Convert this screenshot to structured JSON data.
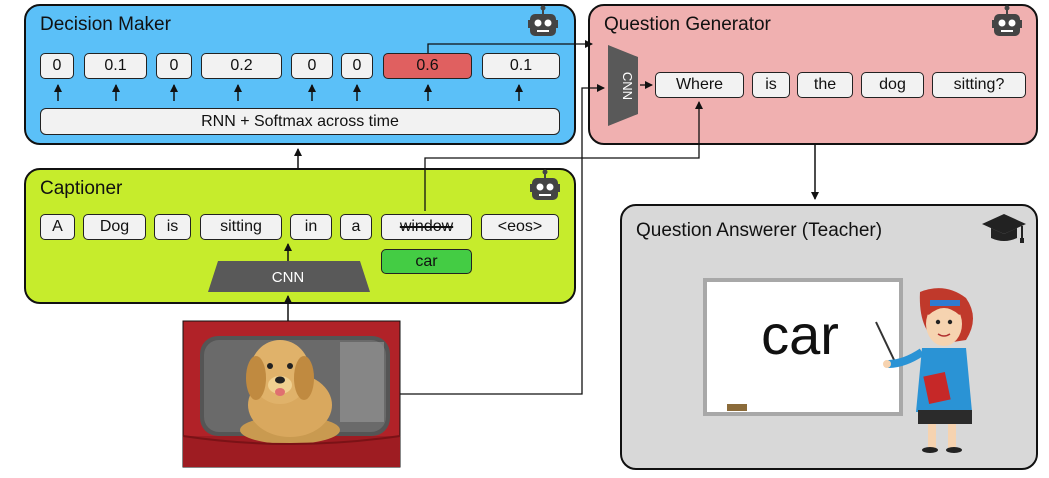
{
  "decision_maker": {
    "title": "Decision Maker",
    "values": [
      "0",
      "0.1",
      "0",
      "0.2",
      "0",
      "0",
      "0.6",
      "0.1"
    ],
    "rnn_label": "RNN + Softmax across time",
    "highlight_color": "#e06060",
    "panel_color": "#5bc0f8"
  },
  "question_generator": {
    "title": "Question Generator",
    "cnn_label": "CNN",
    "words": [
      "Where",
      "is",
      "the",
      "dog",
      "sitting?"
    ],
    "panel_color": "#f0b0b0"
  },
  "captioner": {
    "title": "Captioner",
    "words": [
      "A",
      "Dog",
      "is",
      "sitting",
      "in",
      "a",
      "window",
      "<eos>"
    ],
    "cnn_label": "CNN",
    "replacement": "car",
    "replacement_color": "#44cc44",
    "panel_color": "#c6ec2c"
  },
  "answerer": {
    "title": "Question Answerer (Teacher)",
    "board_text": "car",
    "panel_color": "#d8d8d8"
  },
  "icons": [
    "robot-icon",
    "graduation-cap-icon",
    "teacher-illustration",
    "dog-in-car-photo"
  ]
}
